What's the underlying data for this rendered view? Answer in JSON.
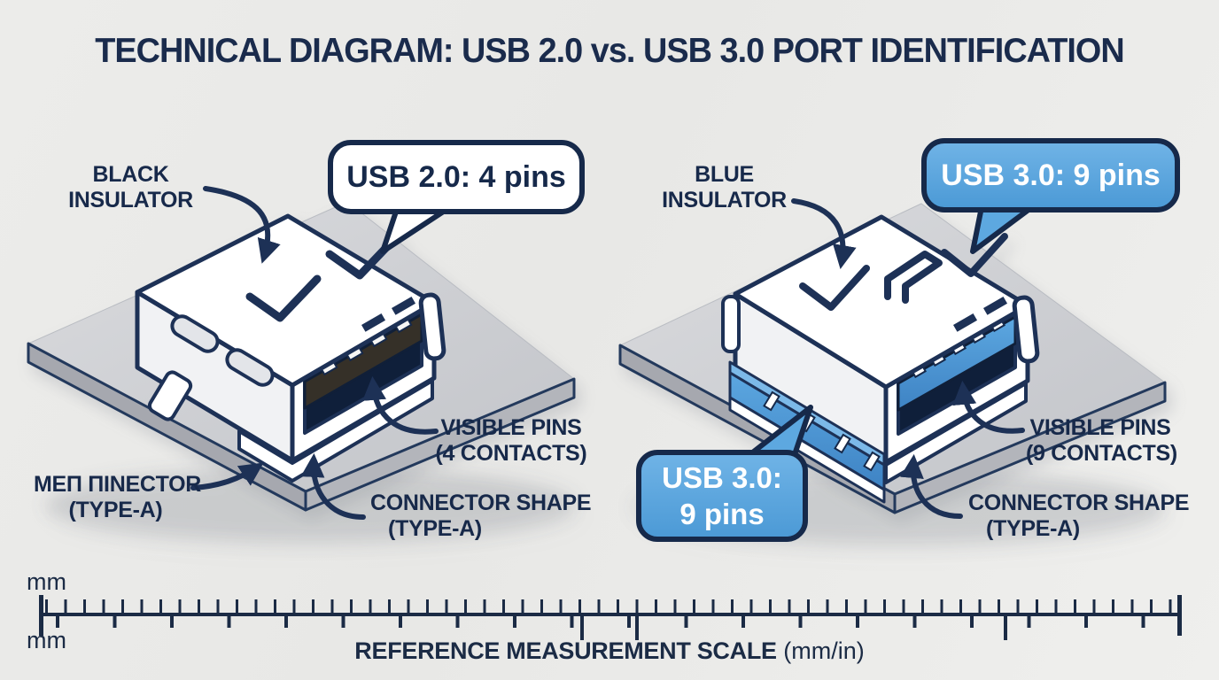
{
  "title": "TECHNICAL DIAGRAM: USB 2.0 vs. USB 3.0 PORT IDENTIFICATION",
  "usb2": {
    "insulator_label": [
      "BLACK",
      "INSULATOR"
    ],
    "callout": "USB 2.0: 4 pins",
    "visible_pins": [
      "VISIBLE PINS",
      "(4 CONTACTS)"
    ],
    "connector_shape": [
      "CONNECTOR SHAPE",
      "(TYPE-A)"
    ],
    "metal_connector": [
      "ΜΕΠ ΠΙΝΕCTOR",
      "(TYPE-A)"
    ],
    "pin_count": 4,
    "insulator_color_name": "black"
  },
  "usb3": {
    "insulator_label": [
      "BLUE",
      "INSULATOR"
    ],
    "callout": "USB 3.0: 9 pins",
    "badge": [
      "USB 3.0:",
      "9 pins"
    ],
    "visible_pins": [
      "VISIBLE PINS",
      "(9 CONTACTS)"
    ],
    "connector_shape": [
      "CONNECTOR SHAPE",
      "(TYPE-A)"
    ],
    "pin_count": 9,
    "insulator_color_name": "blue"
  },
  "ruler": {
    "unit_top": "mm",
    "unit_bottom": "mm",
    "caption_bold": "REFERENCE MEASUREMENT SCALE",
    "caption_light": "(mm/in)"
  },
  "colors": {
    "background": "#eaeae8",
    "text_navy": "#17294a",
    "outline_navy": "#1d3156",
    "board_gray": "#ced0d4",
    "board_edge_gray": "#a6a8af",
    "shell_white": "#ffffff",
    "usb2_insulator": "#353028",
    "usb3_insulator_blue": "#4a97d6",
    "usb3_insulator_light": "#7cb9e8",
    "callout_blue_top": "#6fb3e6",
    "callout_blue_bottom": "#4c9ad6",
    "callout_border": "#16294a",
    "ruler_navy": "#1b2b45"
  }
}
